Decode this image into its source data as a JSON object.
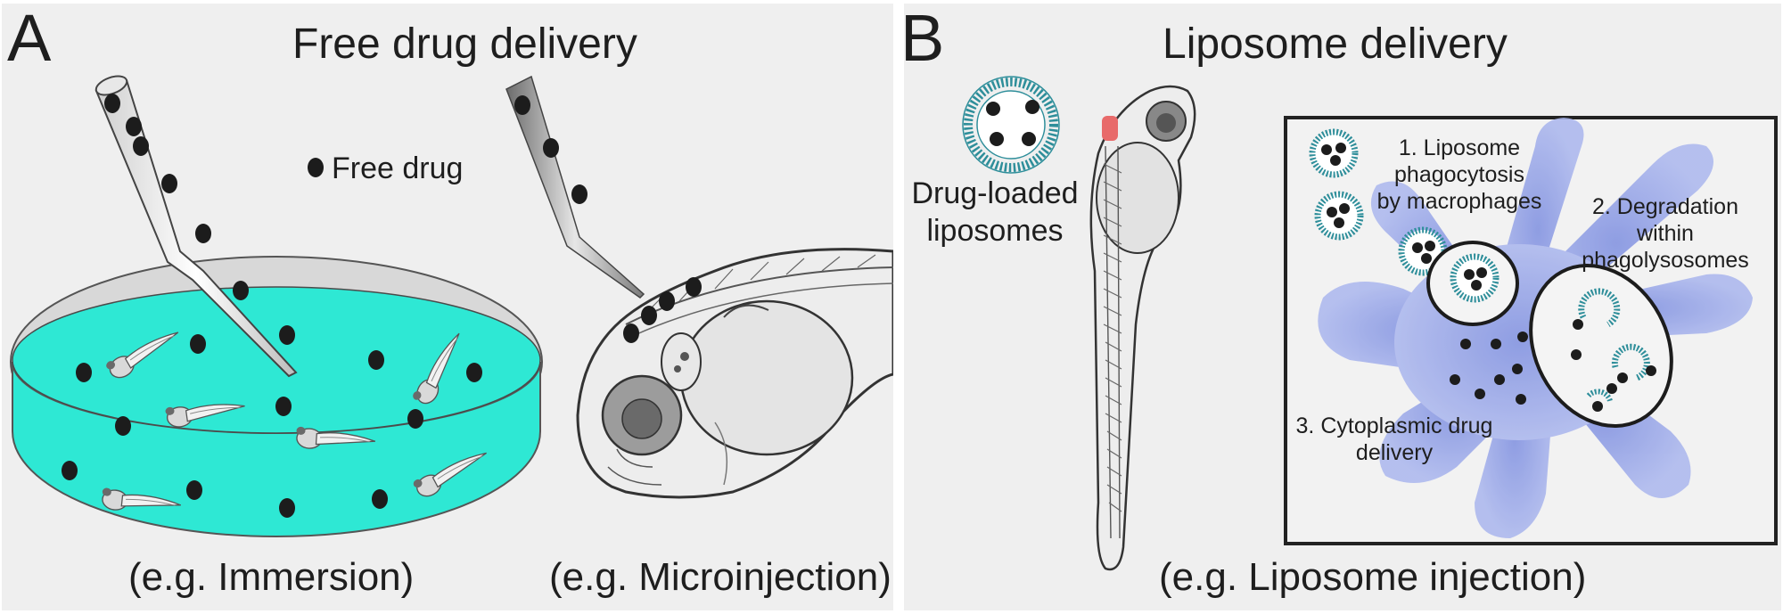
{
  "panel_a": {
    "letter": "A",
    "title": "Free drug delivery",
    "legend_label": "Free drug",
    "caption_immersion": "(e.g. Immersion)",
    "caption_microinjection": "(e.g. Microinjection)"
  },
  "panel_b": {
    "letter": "B",
    "title": "Liposome delivery",
    "liposome_label_line1": "Drug-loaded",
    "liposome_label_line2": "liposomes",
    "step1_line1": "1. Liposome",
    "step1_line2": "phagocytosis",
    "step1_line3": "by macrophages",
    "step2_line1": "2. Degradation",
    "step2_line2": "within",
    "step2_line3": "phagolysosomes",
    "step3_line1": "3. Cytoplasmic drug",
    "step3_line2": "delivery",
    "caption": "(e.g. Liposome injection)"
  },
  "colors": {
    "panel_background": "#efefef",
    "dish_medium": "#2ee8d4",
    "drug_particle": "#1c1c1c",
    "liposome_ring": "#2e8e9a",
    "macrophage": "#8f9fe6",
    "injection_site": "#e86a6a"
  }
}
